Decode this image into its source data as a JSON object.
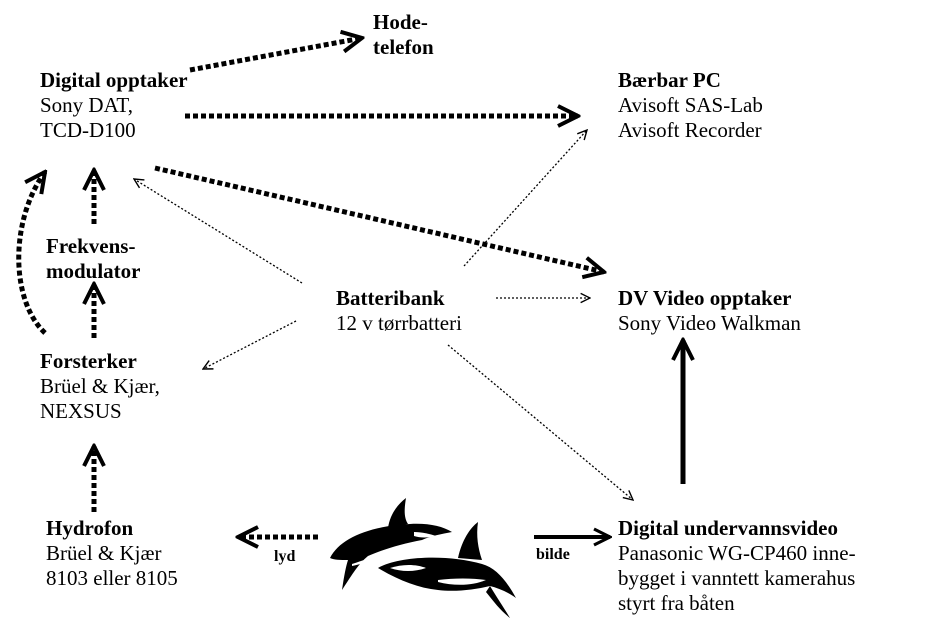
{
  "nodes": {
    "hodetelefon": {
      "title": [
        "Hode-",
        "telefon"
      ]
    },
    "digital_opptaker": {
      "title": "Digital opptaker",
      "lines": [
        "Sony DAT,",
        "TCD-D100"
      ]
    },
    "baerbar_pc": {
      "title": "Bærbar PC",
      "lines": [
        "Avisoft SAS-Lab",
        "Avisoft Recorder"
      ]
    },
    "frekvensmodulator": {
      "title": [
        "Frekvens-",
        "modulator"
      ]
    },
    "batteribank": {
      "title": "Batteribank",
      "lines": [
        "12 v tørrbatteri"
      ]
    },
    "dv_video": {
      "title": "DV Video opptaker",
      "lines": [
        "Sony Video Walkman"
      ]
    },
    "forsterker": {
      "title": "Forsterker",
      "lines": [
        "Brüel & Kjær,",
        "NEXSUS"
      ]
    },
    "hydrofon": {
      "title": "Hydrofon",
      "lines": [
        "Brüel & Kjær",
        "8103 eller 8105"
      ]
    },
    "undervannsvideo": {
      "title": "Digital undervannsvideo",
      "lines": [
        "Panasonic WG-CP460 inne-",
        "bygget i vanntett kamerahus",
        "styrt fra båten"
      ]
    }
  },
  "arrow_labels": {
    "lyd": "lyd",
    "bilde": "bilde"
  },
  "colors": {
    "ink": "#000000",
    "background": "#ffffff"
  }
}
